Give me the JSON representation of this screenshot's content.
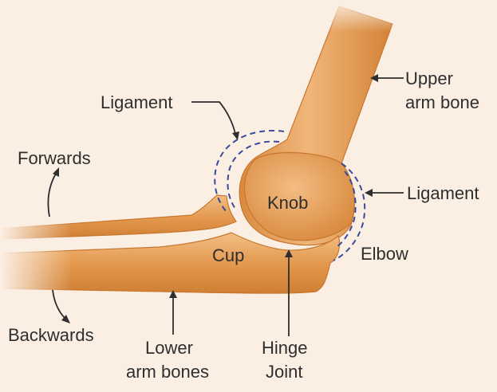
{
  "labels": {
    "upper_arm_bone_1": "Upper",
    "upper_arm_bone_2": "arm bone",
    "ligament_left": "Ligament",
    "ligament_right": "Ligament",
    "forwards": "Forwards",
    "knob": "Knob",
    "cup": "Cup",
    "elbow": "Elbow",
    "backwards": "Backwards",
    "lower_arm_bones_1": "Lower",
    "lower_arm_bones_2": "arm bones",
    "hinge_joint_1": "Hinge",
    "hinge_joint_2": "Joint"
  },
  "colors": {
    "background": "#fbefe4",
    "bone_fill": "#e59a4f",
    "bone_light": "#f2bf86",
    "bone_dark": "#c8772e",
    "ligament": "#3b4a9a",
    "text": "#2e2e2e"
  }
}
